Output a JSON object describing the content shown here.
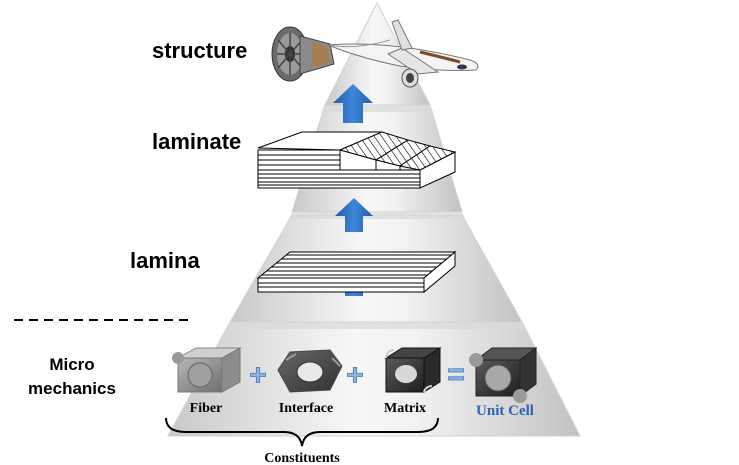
{
  "levels": {
    "structure": "structure",
    "laminate": "laminate",
    "lamina": "lamina",
    "micro_line1": "Micro",
    "micro_line2": "mechanics"
  },
  "constituents": {
    "fiber": "Fiber",
    "interface": "Interface",
    "matrix": "Matrix",
    "unit_cell": "Unit Cell",
    "group_label": "Constituents"
  },
  "operators": {
    "plus": "+",
    "equals": "="
  },
  "colors": {
    "arrow": "#2f6fc2",
    "operator": "#8db3e2",
    "unit_cell_label": "#2f62b5",
    "pyramid_light": "#f4f4f4",
    "pyramid_shadow": "#bdbdbd"
  },
  "icons": {
    "structure": [
      "jet-engine-icon",
      "airplane-icon"
    ],
    "laminate": "laminate-stack-icon",
    "lamina": "lamina-plate-icon",
    "fiber": "fiber-cube-icon",
    "interface": "interface-cube-icon",
    "matrix": "matrix-cube-icon",
    "unit_cell": "unit-cell-cube-icon"
  }
}
